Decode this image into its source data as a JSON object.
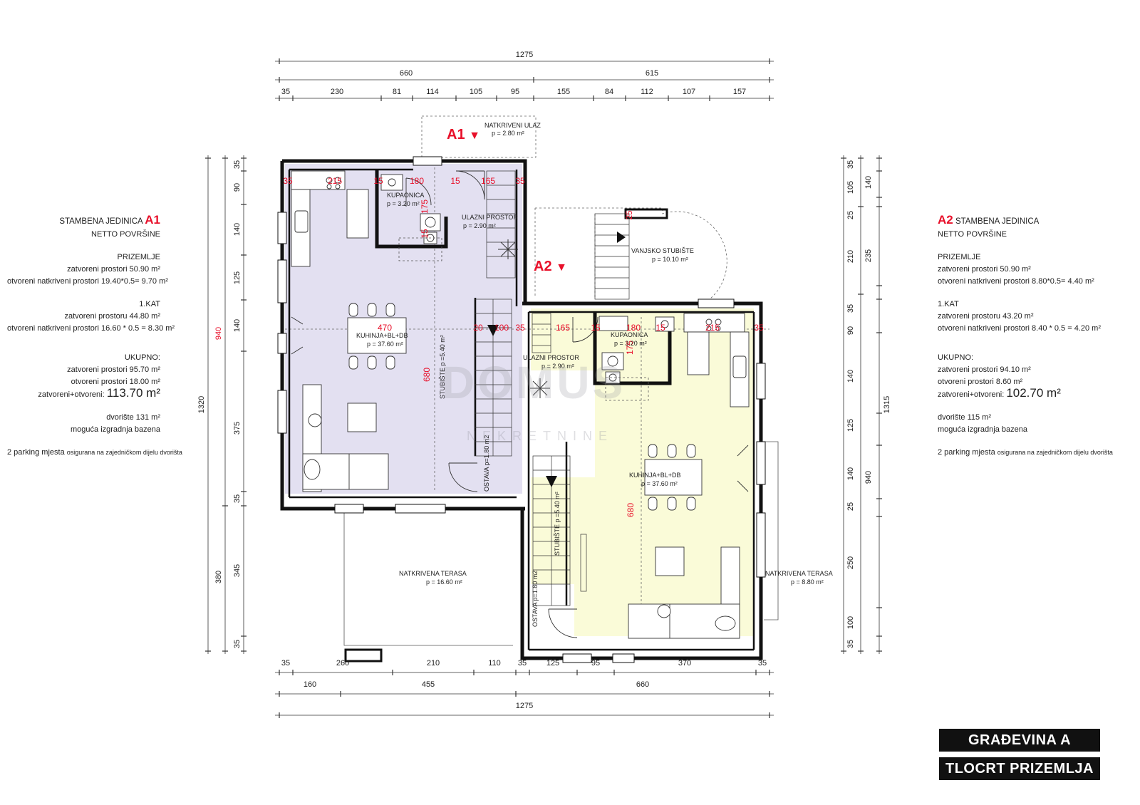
{
  "dims": {
    "top_total": "1275",
    "top_a1": "660",
    "top_a2": "615",
    "top_parts": [
      "35",
      "230",
      "81",
      "114",
      "105",
      "95",
      "155",
      "84",
      "112",
      "107",
      "157"
    ],
    "bottom_parts": [
      "35",
      "260",
      "210",
      "110",
      "35",
      "125",
      "95",
      "370",
      "35"
    ],
    "bottom_mid": [
      "160",
      "455",
      "660"
    ],
    "bottom_total": "1275",
    "left_parts": [
      "35",
      "90",
      "140",
      "125",
      "140",
      "375",
      "35",
      "345",
      "35"
    ],
    "left_a": "940",
    "left_b": "380",
    "left_total": "1320",
    "right_parts": [
      "35",
      "105",
      "25",
      "210",
      "35",
      "90",
      "140",
      "125",
      "140",
      "25",
      "250",
      "100",
      "35"
    ],
    "right_a": "140",
    "right_b": "235",
    "right_c": "940",
    "right_total": "1315",
    "interior_a1": [
      "35",
      "215",
      "15",
      "180",
      "15",
      "165",
      "35",
      "470",
      "20",
      "100",
      "35",
      "175",
      "15",
      "680"
    ],
    "interior_a2": [
      "165",
      "15",
      "180",
      "15",
      "215",
      "35",
      "175",
      "680",
      "25"
    ]
  },
  "rooms": {
    "natkriveni_ulaz": {
      "name": "NATKRIVENI ULAZ",
      "area": "p = 2.80 m²"
    },
    "a1_kupaonica": {
      "name": "KUPAONICA",
      "area": "p = 3.20 m²"
    },
    "a1_ulazni": {
      "name": "ULAZNI PROSTOR",
      "area": "p = 2.90 m²"
    },
    "a1_kuhinja": {
      "name": "KUHINJA+BL+DB",
      "area": "p = 37.60 m²"
    },
    "a1_stubiste": "STUBIŠTE p =5.40 m²",
    "a1_ostava": "OSTAVA p=1.80 m2",
    "vanjsko": {
      "name": "VANJSKO STUBIŠTE",
      "area": "p = 10.10 m²"
    },
    "a2_ulazni": {
      "name": "ULAZNI PROSTOR",
      "area": "p = 2.90 m²"
    },
    "a2_kupaonica": {
      "name": "KUPAONICA",
      "area": "p = 3.20 m²"
    },
    "a2_kuhinja": {
      "name": "KUHINJA+BL+DB",
      "area": "p = 37.60 m²"
    },
    "a2_stubiste": "STUBIŠTE p =5.40 m²",
    "a2_ostava": "OSTAVA p=1.80 m2",
    "terasa_a1": {
      "name": "NATKRIVENA TERASA",
      "area": "p = 16.60 m²"
    },
    "terasa_a2": {
      "name": "NATKRIVENA TERASA",
      "area": "p = 8.80 m²"
    }
  },
  "markers": {
    "a1": "A1",
    "a2": "A2",
    "arrow": "▼"
  },
  "watermark": {
    "main": "DOMUS",
    "sub": "NEKRETNINE"
  },
  "colors": {
    "a1_fill": "#e3e0f1",
    "a2_fill": "#fafbd8",
    "dim_red": "#e8102a",
    "wall": "#111111"
  },
  "left_info": {
    "title_prefix": "STAMBENA JEDINICA",
    "title_unit": "A1",
    "subtitle": "NETTO POVRŠINE",
    "ground": "PRIZEMLJE",
    "ground_closed": "zatvoreni prostori 50.90 m²",
    "ground_open": "otvoreni natkriveni prostori 19.40*0.5= 9.70 m²",
    "floor1": "1.KAT",
    "floor1_closed": "zatvoreni prostoru  44.80 m²",
    "floor1_open": "otvoreni natkriveni  prostori 16.60 * 0.5 = 8.30 m²",
    "total": "UKUPNO:",
    "total_closed": "zatvoreni prostori 95.70 m²",
    "total_open": "otvoreni prostori  18.00 m²",
    "total_sum_label": "zatvoreni+otvoreni:",
    "total_sum_value": "113.70 m²",
    "yard": "dvorište 131 m²",
    "pool": "moguća izgradnja bazena",
    "parking": "2 parking mjesta",
    "parking_note": "osigurana na zajedničkom dijelu dvorišta"
  },
  "right_info": {
    "title_unit": "A2",
    "title_suffix": "STAMBENA JEDINICA",
    "subtitle": "NETTO POVRŠINE",
    "ground": "PRIZEMLJE",
    "ground_closed": "zatvoreni prostori 50.90 m²",
    "ground_open": "otvoreni natkriveni prostori 8.80*0.5= 4.40 m²",
    "floor1": "1.KAT",
    "floor1_closed": "zatvoreni prostoru  43.20 m²",
    "floor1_open": "otvoreni natkriveni  prostori 8.40 * 0.5 = 4.20 m²",
    "total": "UKUPNO:",
    "total_closed": "zatvoreni prostori 94.10 m²",
    "total_open": "otvoreni prostori  8.60 m²",
    "total_sum_label": "zatvoreni+otvoreni:",
    "total_sum_value": "102.70 m²",
    "yard": "dvorište 115 m²",
    "pool": "moguća izgradnja bazena",
    "parking": "2 parking mjesta",
    "parking_note": "osigurana na zajedničkom dijelu dvorišta"
  },
  "title_block": {
    "line1": "GRAĐEVINA A",
    "line2": "TLOCRT PRIZEMLJA"
  }
}
